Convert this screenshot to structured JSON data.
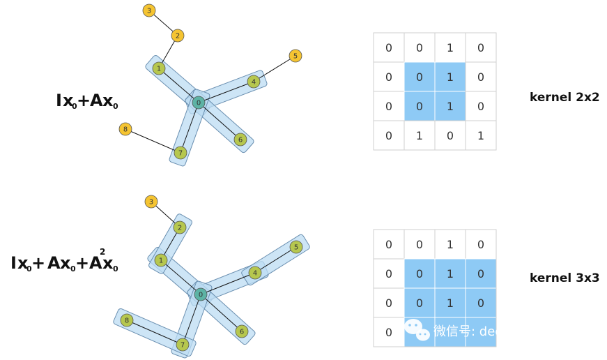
{
  "top": {
    "formula": {
      "I": "I",
      "x0a": "x",
      "sub0a": "0",
      "plus": "+",
      "A": "A",
      "x0b": "x",
      "sub0b": "0"
    },
    "kernel_label": "kernel 2x2",
    "nodes": [
      {
        "id": "0",
        "color": "#5db3a5"
      },
      {
        "id": "1",
        "color": "#b6c74e"
      },
      {
        "id": "2",
        "color": "#f5c431"
      },
      {
        "id": "3",
        "color": "#f5c431"
      },
      {
        "id": "4",
        "color": "#b6c74e"
      },
      {
        "id": "5",
        "color": "#f5c431"
      },
      {
        "id": "6",
        "color": "#b6c74e"
      },
      {
        "id": "7",
        "color": "#b6c74e"
      },
      {
        "id": "8",
        "color": "#f5c431"
      }
    ],
    "grid": [
      [
        "0",
        "0",
        "1",
        "0"
      ],
      [
        "0",
        "0",
        "1",
        "0"
      ],
      [
        "0",
        "0",
        "1",
        "0"
      ],
      [
        "0",
        "1",
        "0",
        "1"
      ]
    ],
    "highlight": [
      [
        false,
        false,
        false,
        false
      ],
      [
        false,
        true,
        true,
        false
      ],
      [
        false,
        true,
        true,
        false
      ],
      [
        false,
        false,
        false,
        false
      ]
    ]
  },
  "bottom": {
    "formula": {
      "I": "I",
      "x0a": "x",
      "sub0a": "0",
      "plus1": "+",
      "A1": "A",
      "x0b": "x",
      "sub0b": "0",
      "plus2": "+",
      "A2": "A",
      "sup2": "2",
      "x0c": "x",
      "sub0c": "0"
    },
    "kernel_label": "kernel 3x3",
    "nodes": [
      {
        "id": "0",
        "color": "#5db3a5"
      },
      {
        "id": "1",
        "color": "#b6c74e"
      },
      {
        "id": "2",
        "color": "#b6c74e"
      },
      {
        "id": "3",
        "color": "#f5c431"
      },
      {
        "id": "4",
        "color": "#b6c74e"
      },
      {
        "id": "5",
        "color": "#b6c74e"
      },
      {
        "id": "6",
        "color": "#b6c74e"
      },
      {
        "id": "7",
        "color": "#b6c74e"
      },
      {
        "id": "8",
        "color": "#b6c74e"
      }
    ],
    "grid": [
      [
        "0",
        "0",
        "1",
        "0"
      ],
      [
        "0",
        "0",
        "1",
        "0"
      ],
      [
        "0",
        "0",
        "1",
        "0"
      ],
      [
        "0",
        "",
        "",
        ""
      ]
    ],
    "highlight": [
      [
        false,
        false,
        false,
        false
      ],
      [
        false,
        true,
        true,
        true
      ],
      [
        false,
        true,
        true,
        true
      ],
      [
        false,
        true,
        true,
        true
      ]
    ]
  },
  "colors": {
    "band_fill": "#bcdcf3",
    "band_stroke": "#6a8fb0",
    "cell_highlight": "#8ecaf5",
    "grid_line": "#cfcfcf",
    "edge": "#111111"
  },
  "watermark": {
    "text": "微信号: deephub-imba",
    "icon": "wechat-icon"
  }
}
